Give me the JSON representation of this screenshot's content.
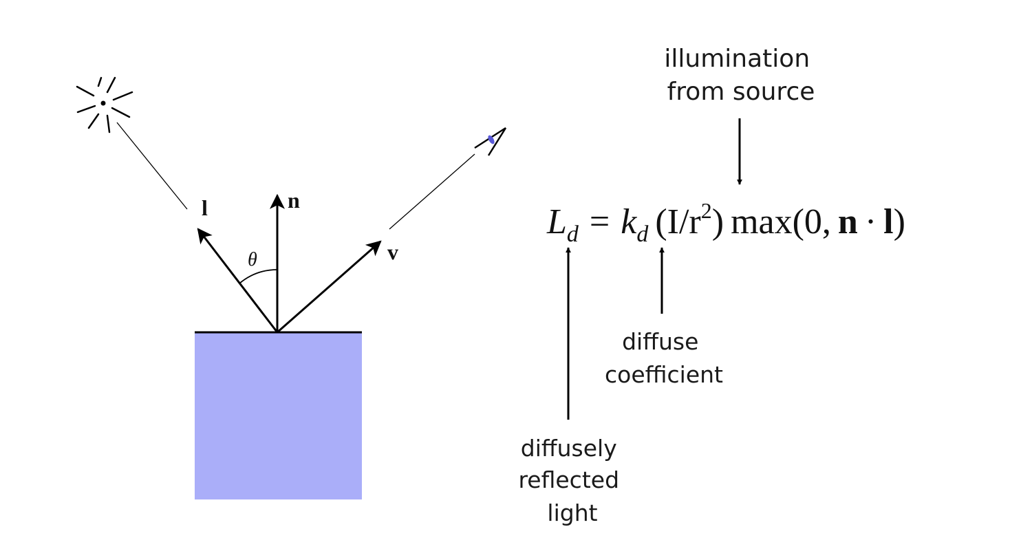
{
  "diagram": {
    "colors": {
      "surface": "#aaaef9",
      "ink": "#000000",
      "eye_accent": "#5a5ad8"
    },
    "icons": {
      "light_source": "light-source-icon",
      "eye": "eye-icon"
    },
    "vectors": {
      "light": "l",
      "normal": "n",
      "view": "v"
    },
    "angle_label": "θ"
  },
  "equation": {
    "lhs": "L",
    "lhs_sub": "d",
    "equals": "=",
    "coef": "k",
    "coef_sub": "d",
    "intensity_open": "(I/r",
    "exponent": "2",
    "intensity_close": ")",
    "max_open": "max(0,",
    "dot_n": "n",
    "dot_op": "·",
    "dot_l": "l",
    "max_close": ")"
  },
  "annotations": {
    "illumination": [
      "illumination",
      "from source"
    ],
    "diffuse_coefficient": [
      "diffuse",
      "coefficient"
    ],
    "reflected_light": [
      "diffusely",
      "reflected",
      "light"
    ]
  }
}
